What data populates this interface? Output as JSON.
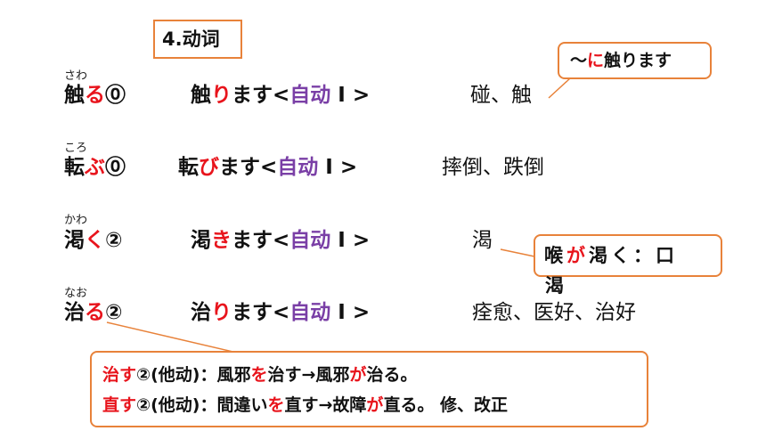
{
  "title": "4.动词",
  "verbs": [
    {
      "ruby": "さわ",
      "kanji": "触",
      "kana": "る",
      "accent": "⓪",
      "masu_kanji": "触",
      "masu_kana": "り",
      "masu_rest": "ます",
      "lt": "<",
      "type": "自动",
      "group": "Ⅰ",
      "gt": ">",
      "meaning": "碰、触"
    },
    {
      "ruby": "ころ",
      "kanji": "転",
      "kana": "ぶ",
      "accent": "⓪",
      "masu_kanji": "転",
      "masu_kana": "び",
      "masu_rest": "ます",
      "lt": "<",
      "type": "自动",
      "group": "Ⅰ",
      "gt": ">",
      "meaning": "摔倒、跌倒"
    },
    {
      "ruby": "かわ",
      "kanji": "渇",
      "kana": "く",
      "accent": "②",
      "masu_kanji": "渇",
      "masu_kana": "き",
      "masu_rest": "ます",
      "lt": "<",
      "type": "自动",
      "group": "Ⅰ",
      "gt": ">",
      "meaning": "渴"
    },
    {
      "ruby": "なお",
      "kanji": "治",
      "kana": "る",
      "accent": "②",
      "masu_kanji": "治",
      "masu_kana": "り",
      "masu_rest": "ます",
      "lt": "<",
      "type": "自动",
      "group": "Ⅰ",
      "gt": ">",
      "meaning": "痊愈、医好、治好"
    }
  ],
  "bubble1": {
    "pre": "～",
    "red": "に",
    "post": "触ります"
  },
  "bubble2": {
    "a": "喉",
    "red": "が",
    "b": "渇く：口",
    "c": "渴"
  },
  "bubble3": {
    "line1": {
      "k": "治す",
      "p1": "②(他动)：風邪",
      "r1": "を",
      "p2": "治す→風邪",
      "r2": "が",
      "p3": "治る。"
    },
    "line2": {
      "k": "直す",
      "p1": "②(他动)：間違い",
      "r1": "を",
      "p2": "直す→故障",
      "r2": "が",
      "p3": "直る。 修、改正"
    }
  },
  "colors": {
    "accent_border": "#e8823a",
    "red": "#e8141c",
    "purple": "#7a3fa6"
  }
}
